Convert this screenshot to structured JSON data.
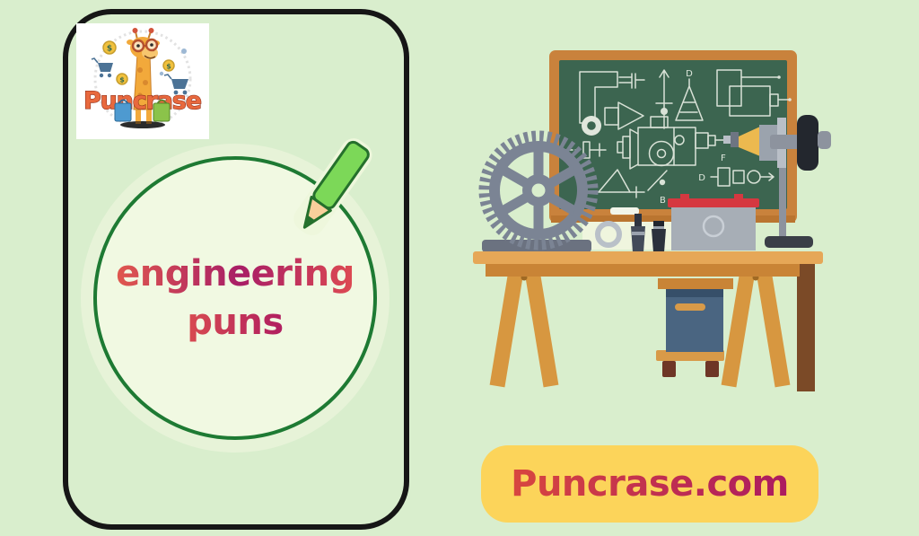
{
  "brand": {
    "name": "Puncrase",
    "coin_symbol": "$"
  },
  "title": {
    "line1": "engineering",
    "line2": "puns"
  },
  "chalkboard_labels": {
    "tower": "D",
    "motor": "F",
    "circuit_left": "B",
    "circuit_right": "D"
  },
  "footer": {
    "website": "Puncrase.com"
  },
  "colors": {
    "background": "#d9eecd",
    "card_border": "#161616",
    "circle_fill": "#f1f9e2",
    "circle_ring": "#1e7a33",
    "title_gradient": [
      "#e0584e",
      "#a81e66",
      "#dd4a52"
    ],
    "banner_yellow": "#fcd45a",
    "banner_text_gradient": [
      "#d8463f",
      "#ab1b60"
    ],
    "board_green": "#3c6550",
    "frame_wood": "#c9823c",
    "chalk": "#e7ede3",
    "pencil_green": "#7cd858",
    "gear_gray": "#7b8494",
    "table_wood": "#e6a757",
    "cabinet_blue": "#4a6581",
    "battery_red": "#d53840"
  }
}
